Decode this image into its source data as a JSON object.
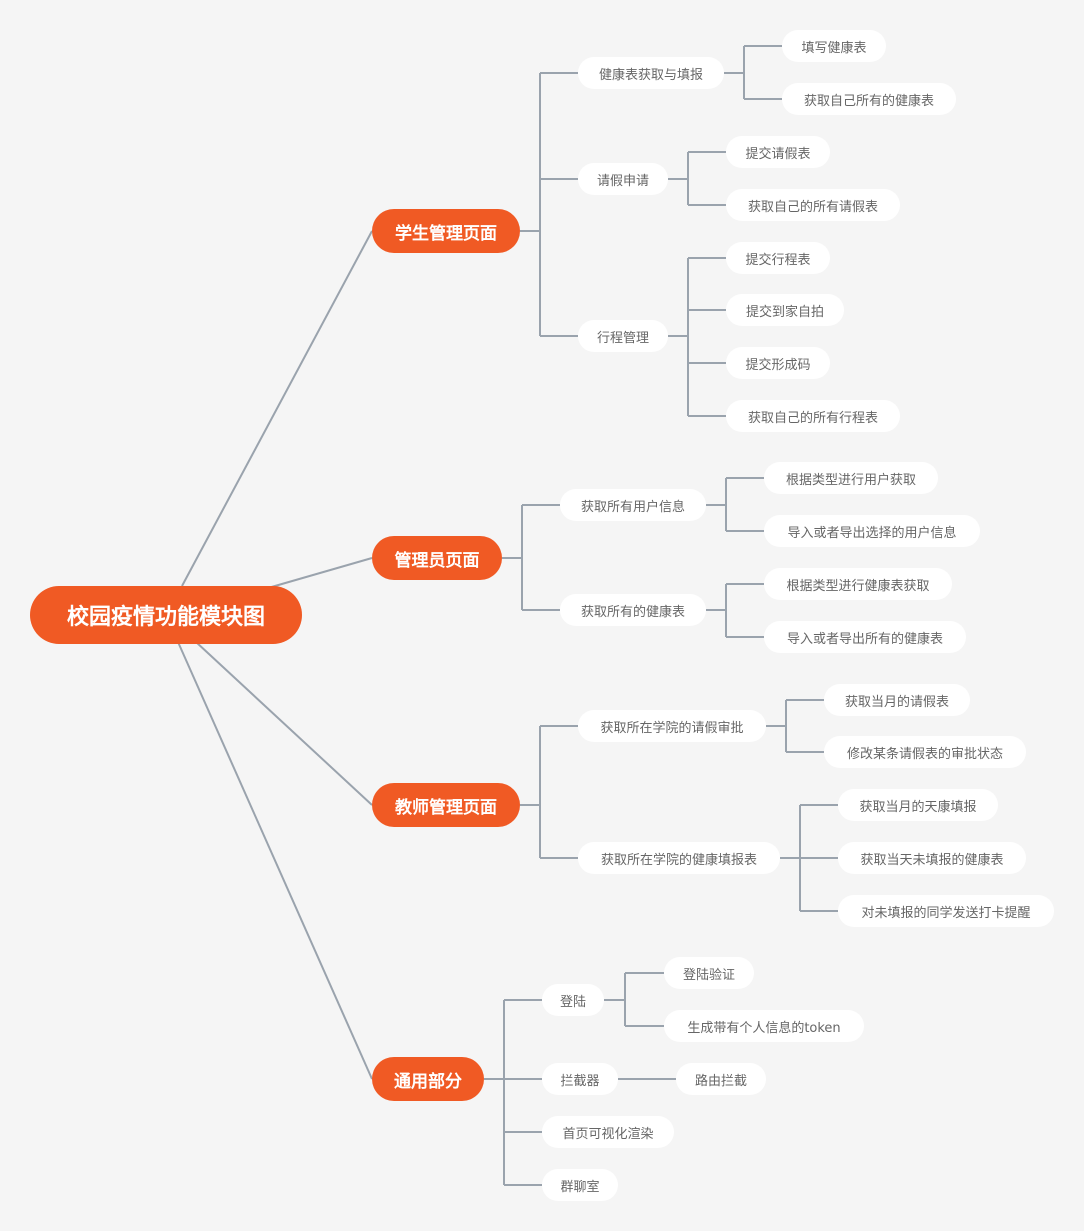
{
  "colors": {
    "accent": "#f05a24",
    "background": "#f5f5f5",
    "connector": "#9aa3ad",
    "node_fill": "#ffffff",
    "node_text": "#666666"
  },
  "root": {
    "label": "校园疫情功能模块图"
  },
  "branches": [
    {
      "label": "学生管理页面",
      "children": [
        {
          "label": "健康表获取与填报",
          "children": [
            "填写健康表",
            "获取自己所有的健康表"
          ]
        },
        {
          "label": "请假申请",
          "children": [
            "提交请假表",
            "获取自己的所有请假表"
          ]
        },
        {
          "label": "行程管理",
          "children": [
            "提交行程表",
            "提交到家自拍",
            "提交形成码",
            "获取自己的所有行程表"
          ]
        }
      ]
    },
    {
      "label": "管理员页面",
      "children": [
        {
          "label": "获取所有用户信息",
          "children": [
            "根据类型进行用户获取",
            "导入或者导出选择的用户信息"
          ]
        },
        {
          "label": "获取所有的健康表",
          "children": [
            "根据类型进行健康表获取",
            "导入或者导出所有的健康表"
          ]
        }
      ]
    },
    {
      "label": "教师管理页面",
      "children": [
        {
          "label": "获取所在学院的请假审批",
          "children": [
            "获取当月的请假表",
            "修改某条请假表的审批状态"
          ]
        },
        {
          "label": "获取所在学院的健康填报表",
          "children": [
            "获取当月的天康填报",
            "获取当天未填报的健康表",
            "对未填报的同学发送打卡提醒"
          ]
        }
      ]
    },
    {
      "label": "通用部分",
      "children": [
        {
          "label": "登陆",
          "children": [
            "登陆验证",
            "生成带有个人信息的token"
          ]
        },
        {
          "label": "拦截器",
          "children": [
            "路由拦截"
          ]
        },
        {
          "label": "首页可视化渲染",
          "children": []
        },
        {
          "label": "群聊室",
          "children": []
        }
      ]
    }
  ]
}
